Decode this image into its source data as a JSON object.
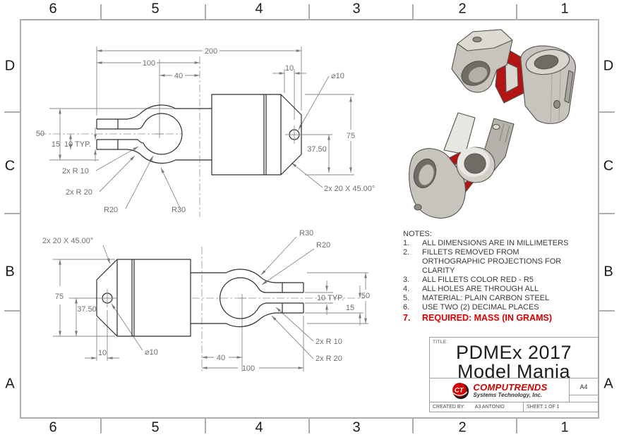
{
  "colors": {
    "accent_red": "#cc0000",
    "logo_red": "#d20000",
    "part_gray": "#c7c4be",
    "fillet_red": "#b51414"
  },
  "zones": {
    "cols": [
      "6",
      "5",
      "4",
      "3",
      "2",
      "1"
    ],
    "rows": [
      "D",
      "C",
      "B",
      "A"
    ]
  },
  "top_view": {
    "d200": "200",
    "d100": "100",
    "d40": "40",
    "d10": "10",
    "dia": "⌀10",
    "d75": "75",
    "d37": "37.50",
    "d50": "50",
    "d15": "15",
    "typ": "10 TYP.",
    "r10": "2x R 10",
    "r20": "2x R 20",
    "r20b": "R20",
    "r30": "R30",
    "chamfer": "2x 20 X 45.00°"
  },
  "front_view": {
    "d100": "100",
    "d40": "40",
    "d10": "10",
    "dia": "⌀10",
    "d75": "75",
    "d37": "37.50",
    "d50": "50",
    "d15": "15",
    "typ": "10 TYP.",
    "r10": "2x R 10",
    "r20": "2x R 20",
    "r20b": "R20",
    "r30": "R30",
    "chamfer": "2x 20 X 45.00°"
  },
  "notes": {
    "heading": "NOTES:",
    "items": [
      {
        "num": "1.",
        "text": "ALL DIMENSIONS ARE IN MILLIMETERS"
      },
      {
        "num": "2.",
        "text": "FILLETS REMOVED FROM\nORTHOGRAPHIC PROJECTIONS FOR\nCLARITY"
      },
      {
        "num": "3.",
        "text": "ALL FILLETS COLOR RED - R5"
      },
      {
        "num": "4.",
        "text": "ALL HOLES ARE THROUGH ALL"
      },
      {
        "num": "5.",
        "text": "MATERIAL: PLAIN CARBON STEEL"
      },
      {
        "num": "6.",
        "text": "USE TWO (2) DECIMAL PLACES"
      },
      {
        "num": "7.",
        "text": "REQUIRED: MASS (IN GRAMS)"
      }
    ]
  },
  "title_block": {
    "title_label": "TITLE:",
    "title_line1": "PDMEx 2017",
    "title_line2": "Model Mania",
    "company": "COMPUTRENDS",
    "company_sub": "Systems Technology, Inc.",
    "logo_monogram": "CT",
    "size": "A4",
    "created_by_label": "CREATED BY:",
    "created_by": "A3 ANTONIO",
    "sheet": "SHEET 1 OF 1"
  }
}
